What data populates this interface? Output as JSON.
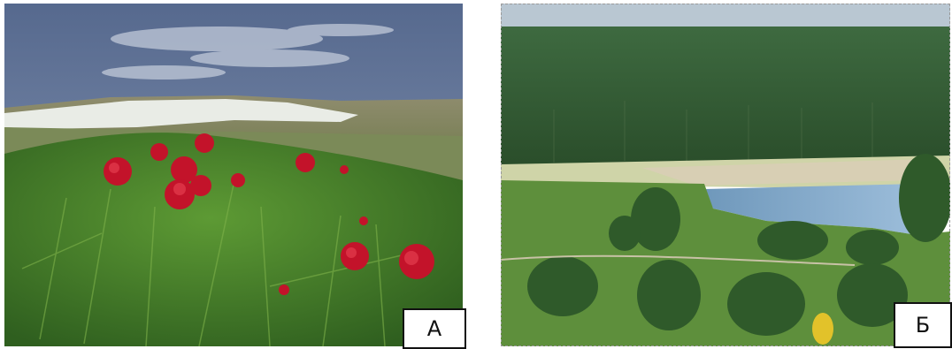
{
  "figures": [
    {
      "label": "А",
      "subject": "red-peony-flowers-on-hillside"
    },
    {
      "label": "Б",
      "subject": "forest-and-river-valley"
    }
  ],
  "colors": {
    "sky": "#5f7294",
    "peony_red": "#c3132a",
    "grass_green": "#4d8a2f",
    "forest_green": "#2f5a2a",
    "water_blue": "#7ea6c8",
    "sand": "#d8cfb4"
  }
}
